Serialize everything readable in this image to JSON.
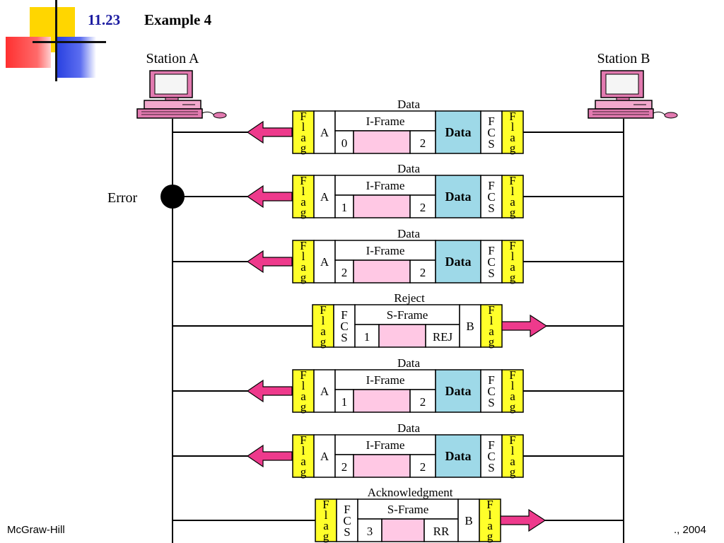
{
  "slide": {
    "title_number": "11.23",
    "title_text": "Example 4",
    "footer_left": "McGraw-Hill",
    "footer_right": "., 2004"
  },
  "stations": {
    "a": "Station A",
    "b": "Station B"
  },
  "error_label": "Error",
  "frame_field_labels": {
    "flag": [
      "F",
      "l",
      "a",
      "g"
    ],
    "fcs": [
      "F",
      "C",
      "S"
    ],
    "i_frame": "I-Frame",
    "s_frame": "S-Frame",
    "data": "Data"
  },
  "frames": [
    {
      "caption": "Data",
      "kind": "I",
      "direction": "B-to-A",
      "address": "A",
      "seq": "0",
      "ack": "2",
      "error": false
    },
    {
      "caption": "Data",
      "kind": "I",
      "direction": "B-to-A",
      "address": "A",
      "seq": "1",
      "ack": "2",
      "error": true
    },
    {
      "caption": "Data",
      "kind": "I",
      "direction": "B-to-A",
      "address": "A",
      "seq": "2",
      "ack": "2",
      "error": false
    },
    {
      "caption": "Reject",
      "kind": "S",
      "direction": "A-to-B",
      "address": "B",
      "num": "1",
      "type": "REJ",
      "error": false
    },
    {
      "caption": "Data",
      "kind": "I",
      "direction": "B-to-A",
      "address": "A",
      "seq": "1",
      "ack": "2",
      "error": false
    },
    {
      "caption": "Data",
      "kind": "I",
      "direction": "B-to-A",
      "address": "A",
      "seq": "2",
      "ack": "2",
      "error": false
    },
    {
      "caption": "Acknowledgment",
      "kind": "S",
      "direction": "A-to-B",
      "address": "B",
      "num": "3",
      "type": "RR",
      "error": false
    }
  ],
  "colors": {
    "flag": "#ffff2a",
    "data_field": "#9ed9e8",
    "info_field": "#ffc8e4",
    "arrow": "#ee3a8c",
    "title_number": "#1a1aa0"
  }
}
